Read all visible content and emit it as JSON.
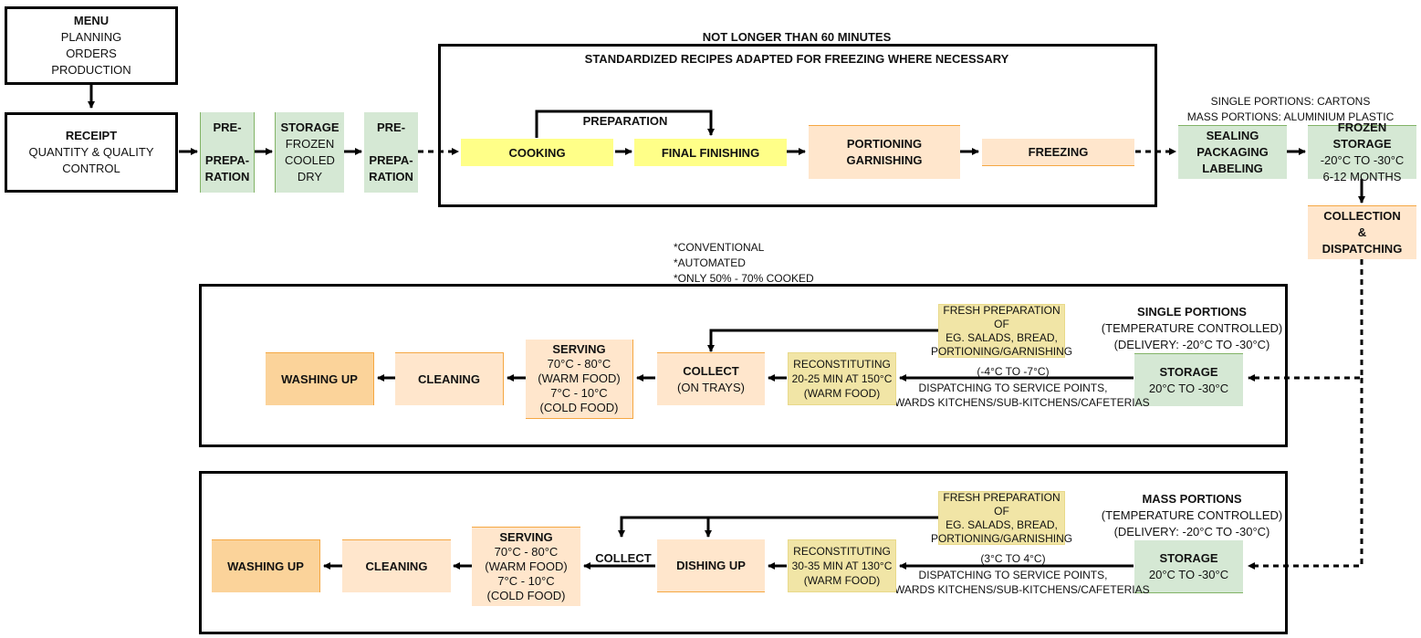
{
  "top": {
    "menu": {
      "title": "MENU",
      "lines": [
        "PLANNING",
        "ORDERS",
        "PRODUCTION"
      ]
    },
    "receipt": {
      "title": "RECEIPT",
      "lines": [
        "QUANTITY & QUALITY",
        "CONTROL"
      ]
    },
    "pre_prep_1": {
      "line1": "PRE-",
      "line2": "PREPA-",
      "line3": "RATION"
    },
    "storage": {
      "title": "STORAGE",
      "lines": [
        "FROZEN",
        "COOLED",
        "DRY"
      ]
    },
    "pre_prep_2": {
      "line1": "PRE-",
      "line2": "PREPA-",
      "line3": "RATION"
    },
    "time_limit": "NOT LONGER THAN 60 MINUTES",
    "recipes_note": "STANDARDIZED RECIPES ADAPTED FOR FREEZING WHERE NECESSARY",
    "cooking": "COOKING",
    "preparation": "PREPARATION",
    "final_finishing": "FINAL FINISHING",
    "portioning": {
      "line1": "PORTIONING",
      "line2": "GARNISHING"
    },
    "freezing": "FREEZING",
    "packaging_note": {
      "line1": "SINGLE PORTIONS: CARTONS",
      "line2": "MASS PORTIONS: ALUMINIUM PLASTIC"
    },
    "sealing": {
      "line1": "SEALING",
      "line2": "PACKAGING",
      "line3": "LABELING"
    },
    "frozen_storage": {
      "title": "FROZEN STORAGE",
      "line1": "-20°C TO -30°C",
      "line2": "6-12 MONTHS"
    },
    "collection": {
      "line1": "COLLECTION",
      "line2": "&",
      "line3": "DISPATCHING"
    }
  },
  "cooking_notes": [
    "*CONVENTIONAL",
    "*AUTOMATED",
    "*ONLY 50% - 70% COOKED"
  ],
  "single": {
    "heading": "SINGLE PORTIONS",
    "sub1": "(TEMPERATURE CONTROLLED)",
    "sub2": "(DELIVERY: -20°C TO -30°C)",
    "storage": {
      "title": "STORAGE",
      "line1": "20°C TO -30°C"
    },
    "fresh": {
      "line1": "FRESH PREPARATION OF",
      "line2": "EG. SALADS, BREAD,",
      "line3": "PORTIONING/GARNISHING"
    },
    "dispatch_temp": "(-4°C TO -7°C)",
    "dispatch_line1": "DISPATCHING TO SERVICE POINTS,",
    "dispatch_line2": "WARDS KITCHENS/SUB-KITCHENS/CAFETERIAS",
    "reconstituting": {
      "line1": "RECONSTITUTING",
      "line2": "20-25 MIN AT 150°C",
      "line3": "(WARM FOOD)"
    },
    "collect": {
      "title": "COLLECT",
      "line1": "(ON TRAYS)"
    },
    "serving": {
      "title": "SERVING",
      "line1": "70°C - 80°C",
      "line2": "(WARM FOOD)",
      "line3": "7°C - 10°C",
      "line4": "(COLD FOOD)"
    },
    "cleaning": "CLEANING",
    "washing": "WASHING UP"
  },
  "mass": {
    "heading": "MASS PORTIONS",
    "sub1": "(TEMPERATURE CONTROLLED)",
    "sub2": "(DELIVERY: -20°C TO -30°C)",
    "storage": {
      "title": "STORAGE",
      "line1": "20°C TO -30°C"
    },
    "fresh": {
      "line1": "FRESH PREPARATION OF",
      "line2": "EG. SALADS, BREAD,",
      "line3": "PORTIONING/GARNISHING"
    },
    "dispatch_temp": "(3°C TO 4°C)",
    "dispatch_line1": "DISPATCHING TO SERVICE POINTS,",
    "dispatch_line2": "WARDS KITCHENS/SUB-KITCHENS/CAFETERIAS",
    "reconstituting": {
      "line1": "RECONSTITUTING",
      "line2": "30-35 MIN AT 130°C",
      "line3": "(WARM FOOD)"
    },
    "dishing": "DISHING UP",
    "collect_label": "COLLECT",
    "serving": {
      "title": "SERVING",
      "line1": "70°C - 80°C",
      "line2": "(WARM FOOD)",
      "line3": "7°C - 10°C",
      "line4": "(COLD FOOD)"
    },
    "cleaning": "CLEANING",
    "washing": "WASHING UP"
  }
}
